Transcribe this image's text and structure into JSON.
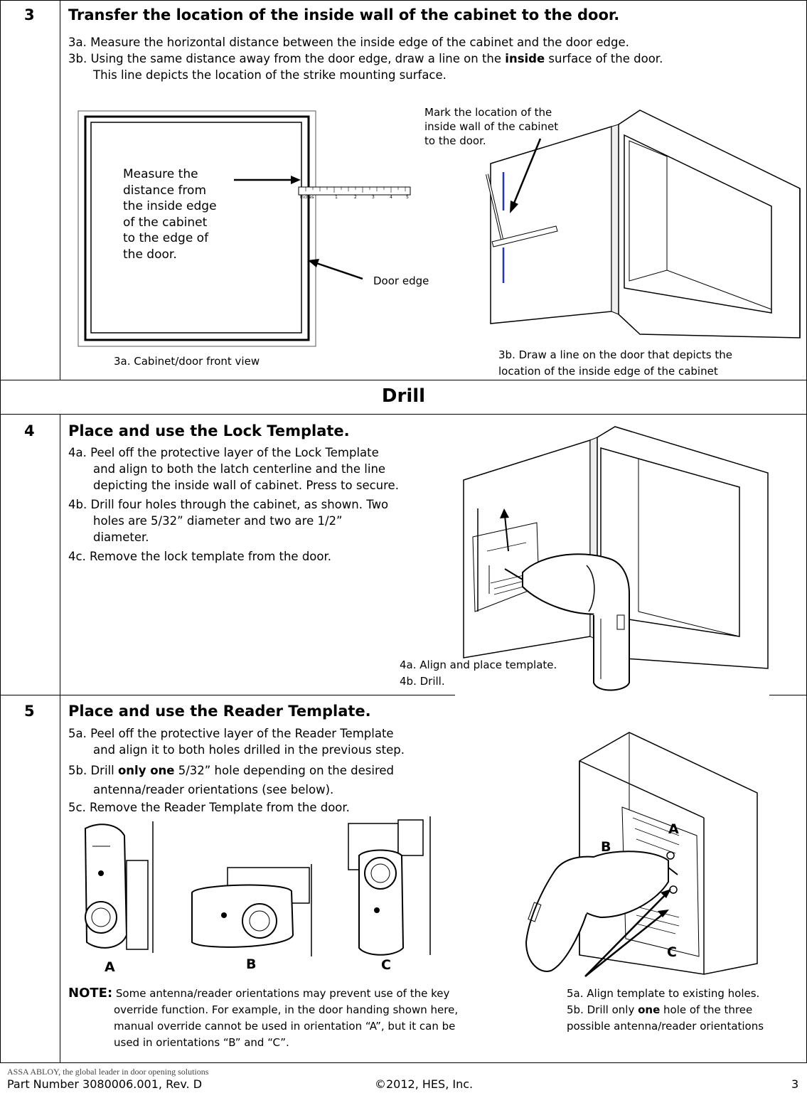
{
  "step3": {
    "number": "3",
    "title": "Transfer the location of the inside wall of the cabinet to the door.",
    "line_a": "3a. Measure the horizontal distance between the inside edge of the cabinet and the door edge.",
    "line_b_pre": "3b. Using the same distance away from the door edge, draw a line on the ",
    "line_b_bold": "inside",
    "line_b_post": " surface of the door.",
    "line_b_cont": "This line depicts the location of the strike mounting surface.",
    "callout_measure": [
      "Measure the",
      "distance from",
      "the inside edge",
      "of the cabinet",
      "to the edge of",
      "the door."
    ],
    "callout_mark": [
      "Mark the location of the",
      "inside wall of the cabinet",
      "to the door."
    ],
    "callout_door_edge": "Door edge",
    "ruler_label": "Inches",
    "ruler_ticks": [
      "1",
      "2",
      "3",
      "4",
      "5"
    ],
    "caption_a": "3a. Cabinet/door front view",
    "caption_b": [
      "3b. Draw a line on the door that depicts the",
      "location of the inside edge of the cabinet"
    ]
  },
  "section_drill": "Drill",
  "step4": {
    "number": "4",
    "title": "Place and use the Lock Template.",
    "a": [
      "4a. Peel off the protective layer of the Lock Template",
      "and align to both the latch centerline and the line",
      "depicting the inside wall of cabinet. Press to secure."
    ],
    "b": [
      "4b. Drill four holes through the cabinet, as shown. Two",
      "holes are 5/32” diameter and two are 1/2”",
      "diameter."
    ],
    "c": "4c. Remove the lock template from the door.",
    "caption": [
      "4a. Align and place template.",
      "4b. Drill."
    ]
  },
  "step5": {
    "number": "5",
    "title": "Place and use the Reader Template.",
    "a": [
      "5a. Peel off the protective layer of the Reader Template",
      "and align it to both holes drilled in the previous step."
    ],
    "b_pre": "5b. Drill ",
    "b_bold": "only one",
    "b_post": " 5/32” hole depending on the desired",
    "b_cont": "antenna/reader orientations (see below).",
    "c": "5c. Remove the Reader Template from the door.",
    "orientations": [
      "A",
      "B",
      "C"
    ],
    "drill_labels": [
      "A",
      "B",
      "C"
    ],
    "note_label": "NOTE:",
    "note_first": " Some antenna/reader orientations may prevent use of the key",
    "note_rest": [
      "override function. For example, in the door handing shown here,",
      "manual override cannot be used in orientation “A”, but it can be",
      "used in orientations “B” and “C”."
    ],
    "caption_a": "5a. Align template to existing holes.",
    "caption_b_pre": "5b. Drill only ",
    "caption_b_bold": "one",
    "caption_b_post": " hole of the three",
    "caption_b_cont": "possible antenna/reader orientations"
  },
  "footer": {
    "brand": "ASSA ABLOY, the global leader in door opening solutions",
    "part_number": "Part Number 3080006.001, Rev. D",
    "copyright": "©2012, HES, Inc.",
    "page": "3"
  },
  "colors": {
    "line_blue": "#2433c8",
    "border": "#000000"
  }
}
